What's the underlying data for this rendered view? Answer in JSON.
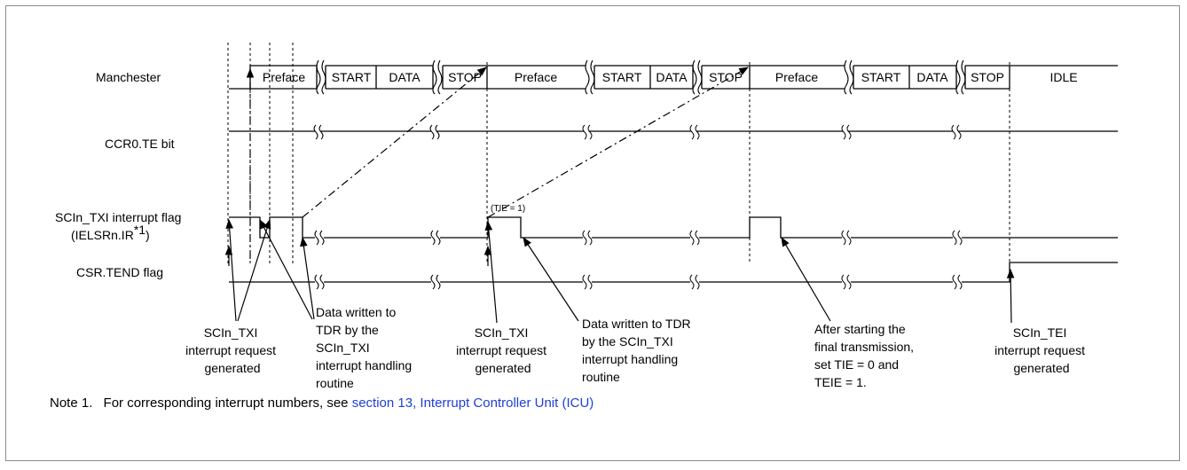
{
  "signals": {
    "manchester": "Manchester",
    "ccr0_te": "CCR0.TE bit",
    "txi_flag_line1": "SCIn_TXI interrupt flag",
    "txi_flag_line2_prefix": "(IELSRn.IR",
    "txi_flag_line2_sup": "*1",
    "txi_flag_line2_suffix": ")",
    "tend_flag": "CSR.TEND flag"
  },
  "manchester_segments": {
    "preface": "Preface",
    "start": "START",
    "data": "DATA",
    "stop": "STOP",
    "idle": "IDLE"
  },
  "tie_label": "(TIE = 1)",
  "annotations": {
    "txi_request_1": [
      "SCIn_TXI",
      "interrupt request",
      "generated"
    ],
    "data_written_1": [
      "Data written to",
      "TDR by the",
      "SCIn_TXI",
      "interrupt handling",
      "routine"
    ],
    "txi_request_2": [
      "SCIn_TXI",
      "interrupt request",
      "generated"
    ],
    "data_written_2": [
      "Data written to TDR",
      "by the SCIn_TXI",
      "interrupt handling",
      "routine"
    ],
    "final_transmission": [
      "After starting the",
      "final transmission,",
      "set TIE = 0 and",
      "TEIE = 1."
    ],
    "tei_request": [
      "SCIn_TEI",
      "interrupt request",
      "generated"
    ]
  },
  "note": {
    "number": "Note 1.",
    "text": "For corresponding interrupt numbers, see ",
    "link": "section 13, Interrupt Controller Unit (ICU)"
  },
  "colors": {
    "line": "#000000",
    "link": "#1f3fd6",
    "frame": "#8a8a8a"
  }
}
